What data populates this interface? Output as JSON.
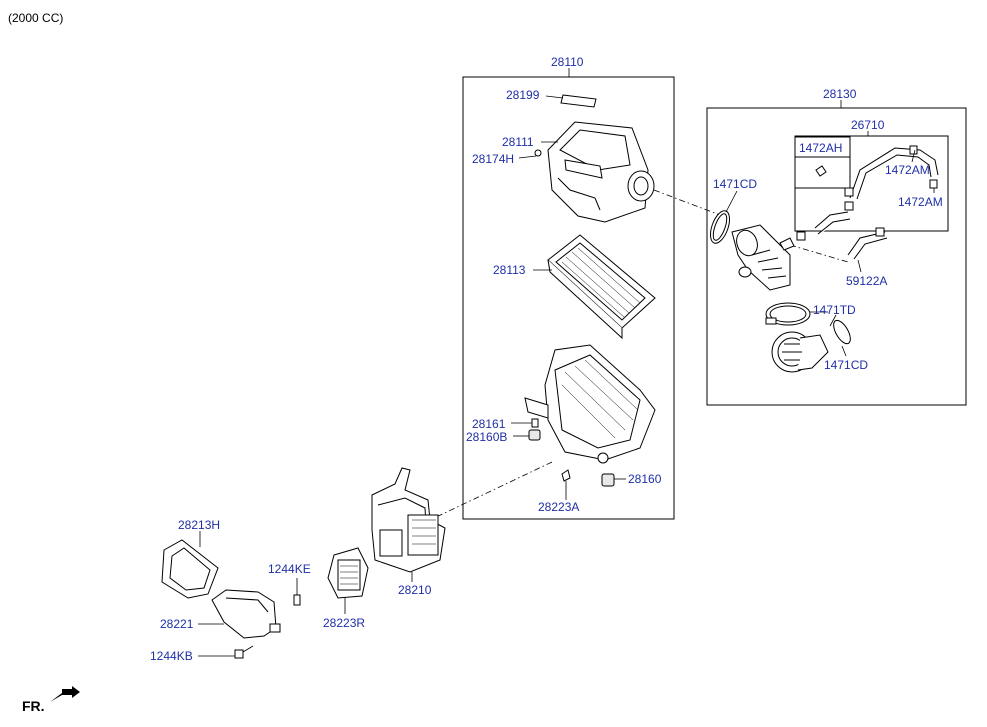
{
  "header": {
    "engine_note": "(2000 CC)"
  },
  "footer": {
    "direction": "FR."
  },
  "labels": {
    "l28110": "28110",
    "l28199": "28199",
    "l28111": "28111",
    "l28174H": "28174H",
    "l28113": "28113",
    "l28161": "28161",
    "l28160B": "28160B",
    "l28160": "28160",
    "l28223A": "28223A",
    "l28130": "28130",
    "l26710": "26710",
    "l1472AH": "1472AH",
    "l1472AM_a": "1472AM",
    "l1472AM_b": "1472AM",
    "l1471CD_a": "1471CD",
    "l59122A": "59122A",
    "l1471TD": "1471TD",
    "l1471CD_b": "1471CD",
    "l28213H": "28213H",
    "l1244KE": "1244KE",
    "l28221": "28221",
    "l28223R": "28223R",
    "l28210": "28210",
    "l1244KB": "1244KB"
  },
  "colors": {
    "label": "#1f2fa8",
    "line": "#000000"
  }
}
